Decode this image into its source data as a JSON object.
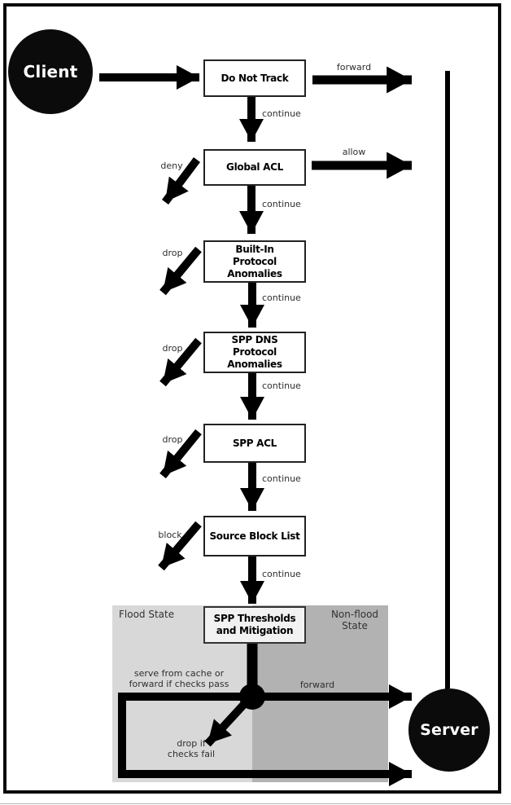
{
  "nodes": {
    "client": {
      "label": "Client"
    },
    "server": {
      "label": "Server"
    },
    "do_not_track": {
      "label": "Do Not Track"
    },
    "global_acl": {
      "label": "Global ACL"
    },
    "built_in_anomalies": {
      "label": "Built-In\nProtocol\nAnomalies"
    },
    "spp_dns_anomalies": {
      "label": "SPP DNS\nProtocol\nAnomalies"
    },
    "spp_acl": {
      "label": "SPP ACL"
    },
    "source_block_list": {
      "label": "Source Block List"
    },
    "spp_thresholds": {
      "label": "SPP Thresholds\nand Mitigation"
    }
  },
  "regions": {
    "flood": {
      "label": "Flood State",
      "color": "#d8d8d8"
    },
    "non_flood": {
      "label": "Non-flood\nState",
      "color": "#b2b2b2"
    }
  },
  "edges": {
    "forward_top": "forward",
    "allow": "allow",
    "deny": "deny",
    "drop": "drop",
    "block": "block",
    "continue": "continue",
    "serve_from_cache": "serve from cache or\nforward if checks pass",
    "forward_bottom": "forward",
    "drop_if_checks_fail": "drop if\nchecks fail"
  }
}
